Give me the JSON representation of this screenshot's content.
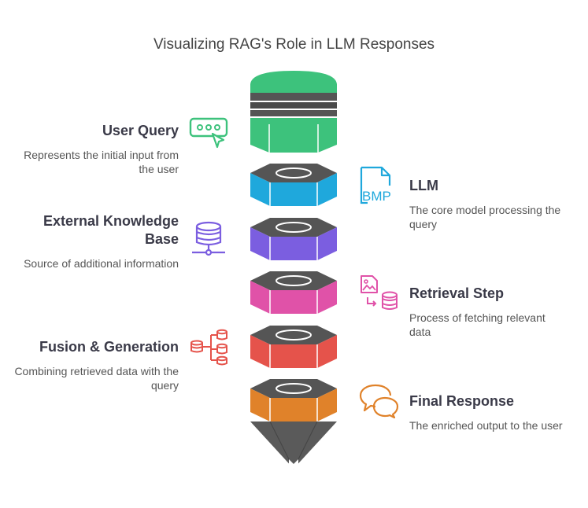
{
  "title": "Visualizing RAG's Role in LLM Responses",
  "steps": [
    {
      "label": "User Query",
      "description": "Represents the initial input from the user",
      "color": "#3dc27c",
      "icon": "chat-bubble-cursor-icon"
    },
    {
      "label": "LLM",
      "description": "The core model processing the query",
      "color": "#1fa8dc",
      "icon": "bmp-file-icon",
      "icon_text": "BMP"
    },
    {
      "label": "External Knowledge Base",
      "description": "Source of additional information",
      "color": "#7b5ee0",
      "icon": "database-network-icon"
    },
    {
      "label": "Retrieval Step",
      "description": "Process of fetching relevant data",
      "color": "#e052a8",
      "icon": "image-to-database-icon"
    },
    {
      "label": "Fusion & Generation",
      "description": "Combining retrieved data with the query",
      "color": "#e5534b",
      "icon": "database-merge-icon"
    },
    {
      "label": "Final Response",
      "description": "The enriched output to the user",
      "color": "#e0822a",
      "icon": "speech-bubbles-icon"
    }
  ]
}
